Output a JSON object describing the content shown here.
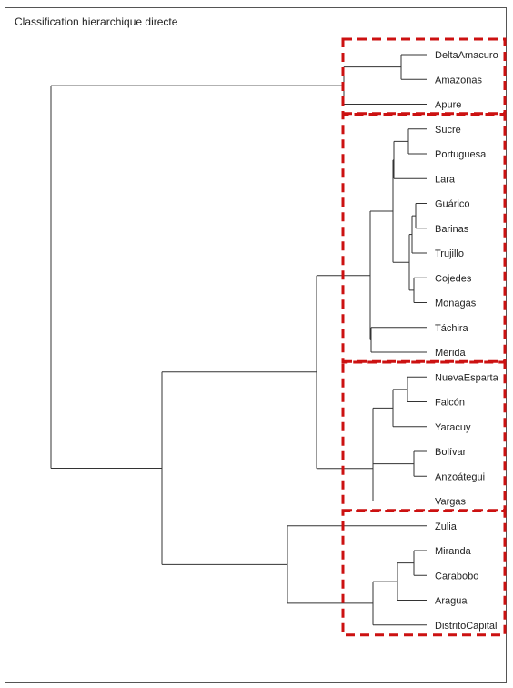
{
  "title": "Classification hierarchique directe",
  "colors": {
    "branch": "#333333",
    "cluster_box": "#cc1111",
    "text": "#222222"
  },
  "leaves": [
    "DeltaAmacuro",
    "Amazonas",
    "Apure",
    "Sucre",
    "Portuguesa",
    "Lara",
    "Guárico",
    "Barinas",
    "Trujillo",
    "Cojedes",
    "Monagas",
    "Táchira",
    "Mérida",
    "NuevaEsparta",
    "Falcón",
    "Yaracuy",
    "Bolívar",
    "Anzoátegui",
    "Vargas",
    "Zulia",
    "Miranda",
    "Carabobo",
    "Aragua",
    "DistritoCapital"
  ],
  "merges": [
    {
      "a": "DeltaAmacuro",
      "b": "Amazonas",
      "height": 0.0
    },
    {
      "a": 0,
      "b": "Apure",
      "height": 0.0
    },
    {
      "a": "Sucre",
      "b": "Portuguesa",
      "height": 0.0
    },
    {
      "a": 2,
      "b": "Lara",
      "height": 0.0
    },
    {
      "a": "Guárico",
      "b": "Barinas",
      "height": 0.0
    },
    {
      "a": 4,
      "b": "Trujillo",
      "height": 0.0
    },
    {
      "a": "Cojedes",
      "b": "Monagas",
      "height": 0.0
    },
    {
      "a": 5,
      "b": 6,
      "height": 0.0
    },
    {
      "a": 3,
      "b": 7,
      "height": 0.0
    },
    {
      "a": "Táchira",
      "b": "Mérida",
      "height": 0.0
    },
    {
      "a": 8,
      "b": 9,
      "height": 0.0
    },
    {
      "a": "NuevaEsparta",
      "b": "Falcón",
      "height": 0.0
    },
    {
      "a": 11,
      "b": "Yaracuy",
      "height": 0.0
    },
    {
      "a": "Bolívar",
      "b": "Anzoátegui",
      "height": 0.0
    },
    {
      "a": 12,
      "b": 13,
      "height": 0.0
    },
    {
      "a": 14,
      "b": "Vargas",
      "height": 0.0
    },
    {
      "a": 10,
      "b": 15,
      "height": 0.0
    },
    {
      "a": "Miranda",
      "b": "Carabobo",
      "height": 0.0
    },
    {
      "a": 17,
      "b": "Aragua",
      "height": 0.0
    },
    {
      "a": 18,
      "b": "DistritoCapital",
      "height": 0.0
    },
    {
      "a": "Zulia",
      "b": 19,
      "height": 0.0
    },
    {
      "a": 16,
      "b": 20,
      "height": 0.0
    },
    {
      "a": 1,
      "b": 21,
      "height": 0.0
    }
  ],
  "clusters": [
    {
      "first": "DeltaAmacuro",
      "last": "Apure"
    },
    {
      "first": "Sucre",
      "last": "Mérida"
    },
    {
      "first": "NuevaEsparta",
      "last": "Vargas"
    },
    {
      "first": "Zulia",
      "last": "DistritoCapital"
    }
  ]
}
